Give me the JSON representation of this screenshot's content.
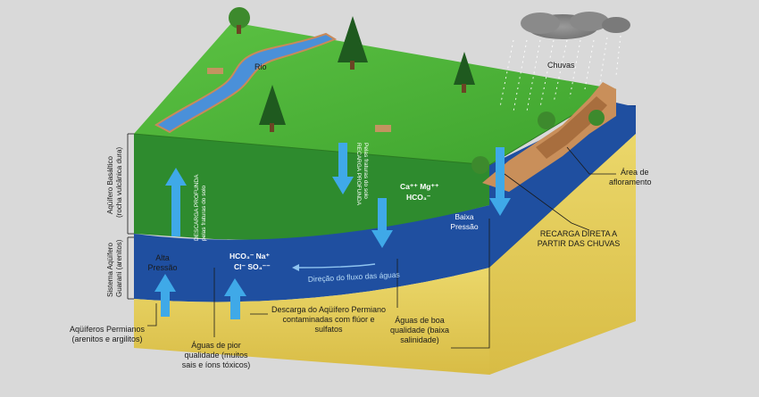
{
  "labels": {
    "rio": "Rio",
    "chuvas": "Chuvas",
    "area_afloramento": [
      "Área de",
      "afloramento"
    ],
    "recarga_direta": [
      "RECARGA DIRETA A",
      "PARTIR DAS CHUVAS"
    ],
    "baixa_pressao": [
      "Baixa",
      "Pressão"
    ],
    "alta_pressao": [
      "Alta",
      "Pressão"
    ],
    "aguas_boa_qualidade": [
      "Águas de boa",
      "qualidade (baixa",
      "salinidade)"
    ],
    "aguas_pior_qualidade": [
      "Águas de pior",
      "qualidade (muitos",
      "sais e íons tóxicos)"
    ],
    "descarga_permiano": [
      "Descarga do Aqüífero Permiano",
      "contaminadas com flúor e",
      "sulfatos"
    ],
    "aquiferos_permianos": [
      "Aqüíferos Permianos",
      "(arenitos e argilitos)"
    ],
    "aquifero_basaltico": [
      "Aqüífero Basáltico",
      "(rocha vulcânica dura)"
    ],
    "sistema_guarani": [
      "Sistema Aqüífero",
      "Guarani (arenitos)"
    ],
    "direcao_fluxo": "Direção do fluxo das águas",
    "descarga_profunda": [
      "DESCARGA PROFUNDA",
      "pelas fraturas do solo"
    ],
    "recarga_profunda": [
      "RECARGA PROFUNDA",
      "Pelas fraturas do solo"
    ],
    "chem_top": [
      "Ca⁺⁺  Mg⁺⁺",
      "HCO₃⁻"
    ],
    "chem_bottom": [
      "HCO₃⁻  Na⁺",
      "Cl⁻   SO₄⁻⁻"
    ]
  },
  "colors": {
    "background": "#d9d9d9",
    "grass": "#4fb83a",
    "basalt": "#2e8b2e",
    "aquifer": "#1f4fa0",
    "aquifer_dark": "#173d80",
    "permian": "#e6cf5a",
    "arrow": "#3fa9e8",
    "river": "#4a90d9"
  }
}
